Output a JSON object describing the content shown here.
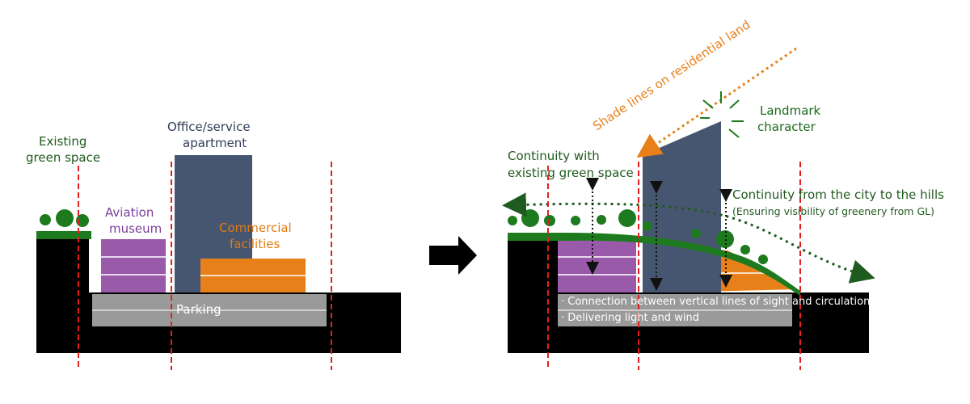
{
  "colors": {
    "green": "#1e7a1e",
    "dark_green": "#1f5a1f",
    "purple": "#9a5aaa",
    "navy": "#475670",
    "orange": "#e8801a",
    "grey": "#9a9a9a",
    "black": "#000000",
    "red_dash": "#e02020"
  },
  "left": {
    "existing_green": [
      "Existing",
      "green space"
    ],
    "aviation": [
      "Aviation",
      "museum"
    ],
    "office": [
      "Office/service",
      "apartment"
    ],
    "commercial": [
      "Commercial",
      "facilities"
    ],
    "parking": "Parking"
  },
  "right": {
    "shade_lines": "Shade lines on residential land",
    "landmark": [
      "Landmark",
      "character"
    ],
    "continuity_green": [
      "Continuity with",
      "existing green space"
    ],
    "continuity_city": "Continuity from the city to the hills",
    "visibility_note": "(Ensuring visibility of greenery from GL)",
    "bullet1": "· Connection between vertical lines of sight and circulation routes",
    "bullet2": "· Delivering light and wind"
  },
  "arrow_icon": "right-arrow-icon"
}
